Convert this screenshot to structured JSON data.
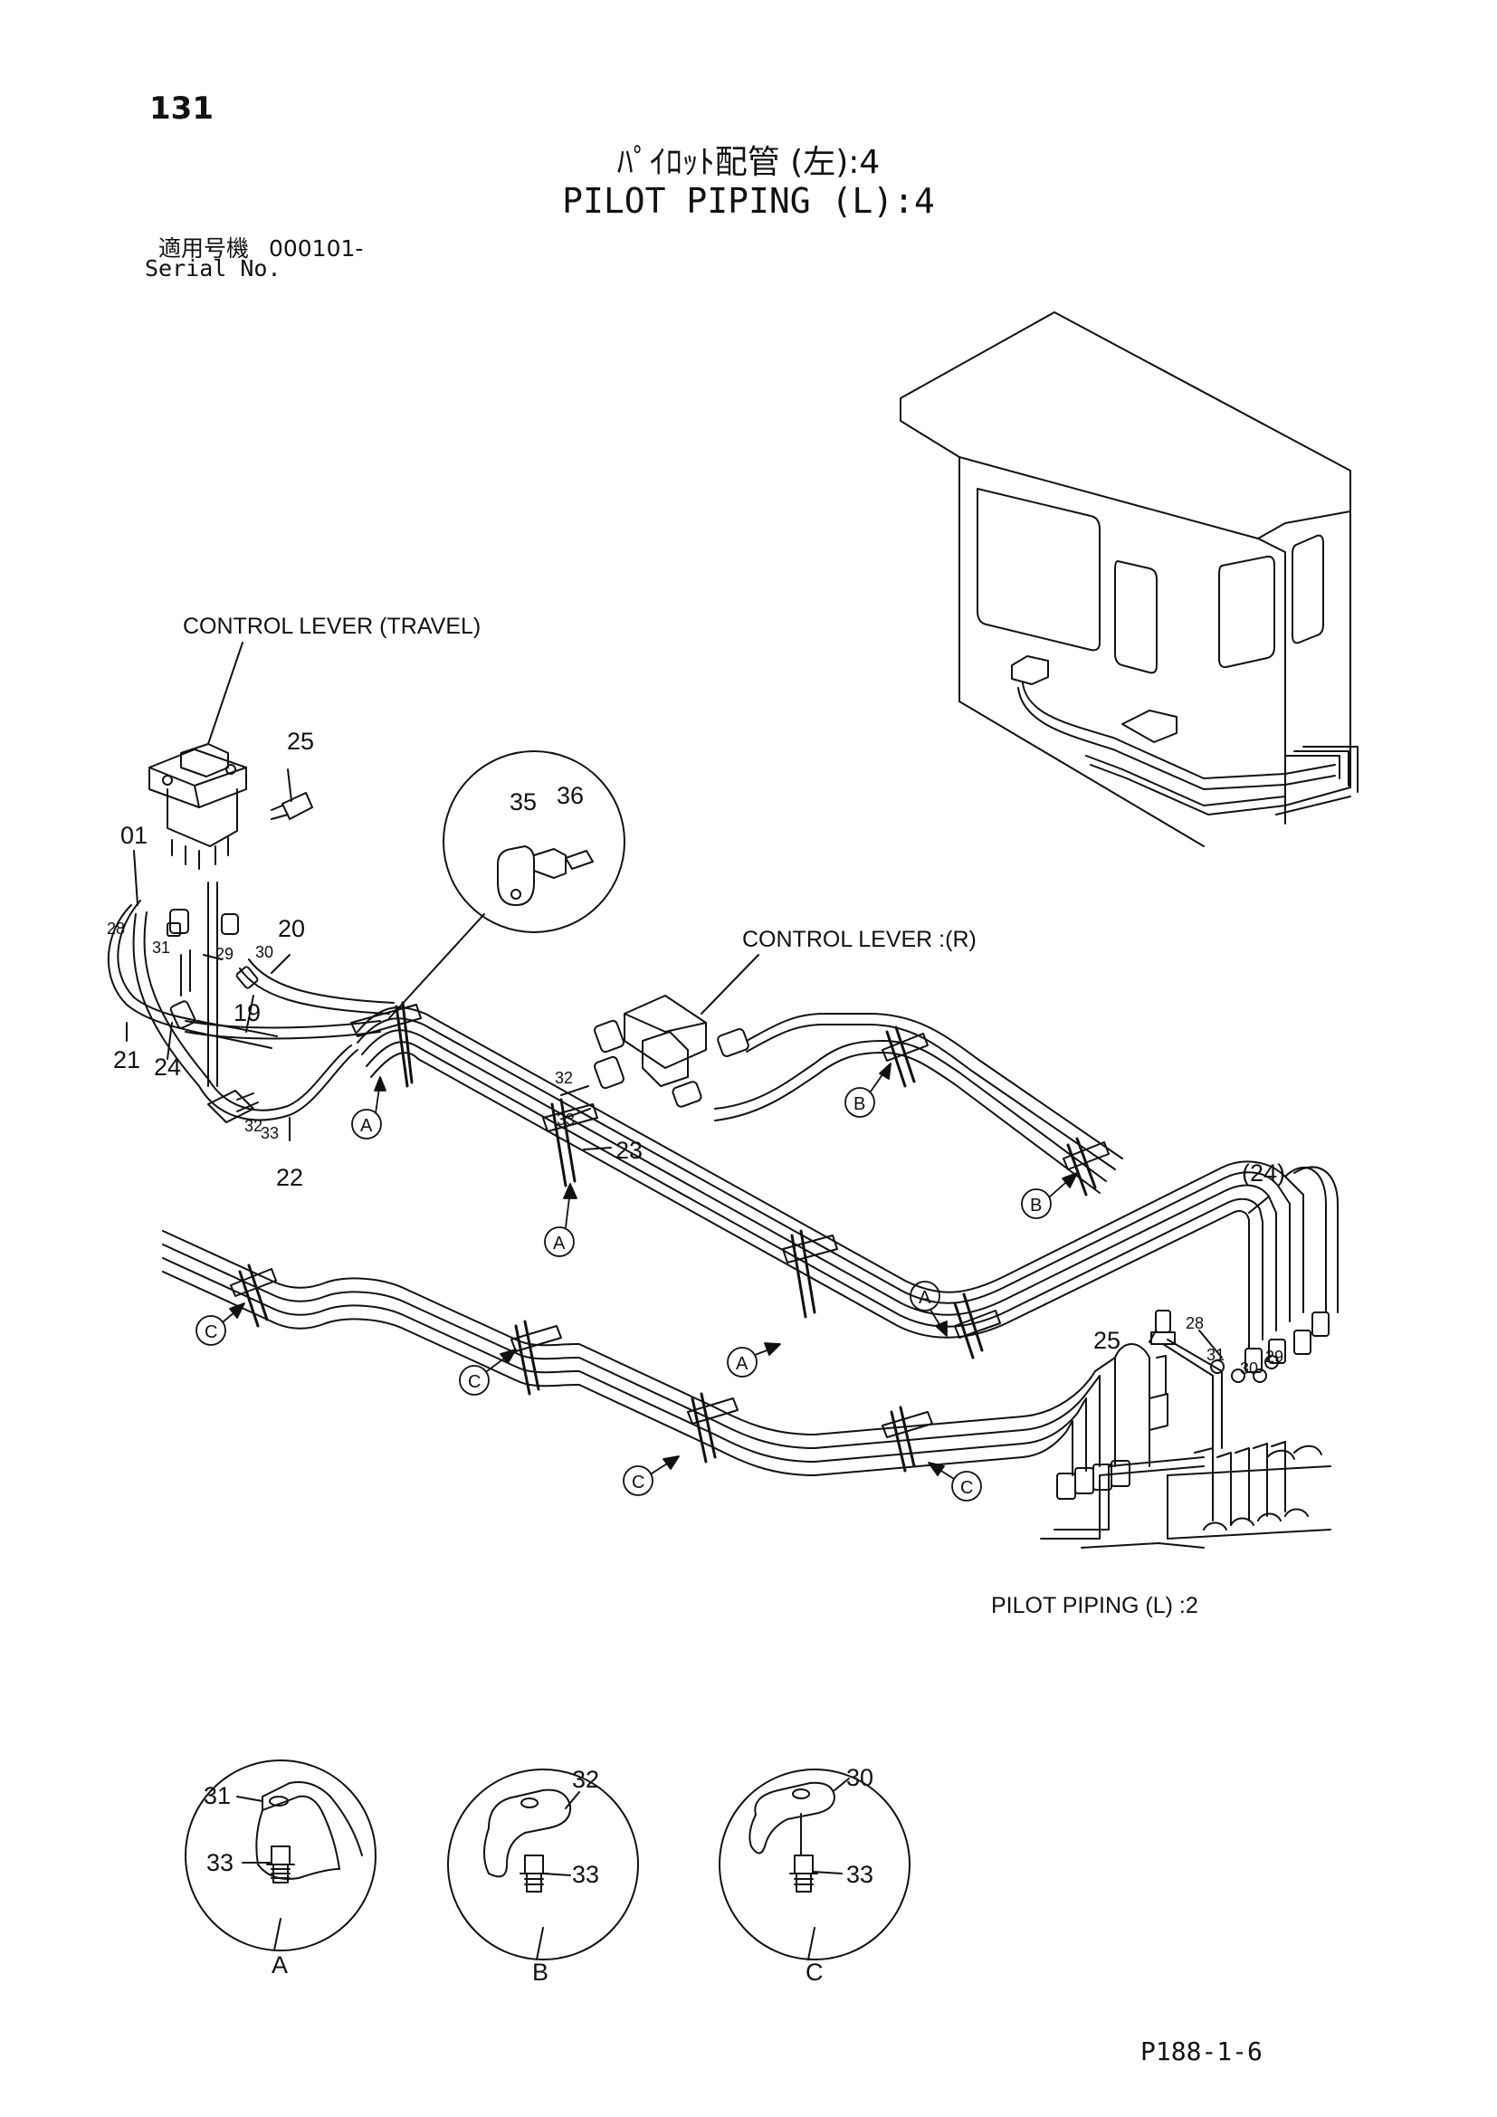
{
  "header": {
    "page_number": "131",
    "title_jp": "ﾊﾟｲﾛｯﾄ配管 (左):4",
    "title_en": "PILOT PIPING (L):4",
    "serial_label_jp": "適用号機",
    "serial_value": "000101-",
    "serial_label_en": "Serial No."
  },
  "callouts": {
    "control_lever_travel": "CONTROL LEVER (TRAVEL)",
    "control_lever_r": "CONTROL LEVER :(R)",
    "pilot_piping_ref": "PILOT PIPING (L) :2"
  },
  "part_numbers": {
    "p01": "01",
    "p19": "19",
    "p20": "20",
    "p21": "21",
    "p22": "22",
    "p23": "23",
    "p24": "24",
    "p24_ref": "(24)",
    "p25": "25",
    "p25b": "25",
    "p28": "28",
    "p28b": "28",
    "p29": "29",
    "p29b": "29",
    "p30": "30",
    "p30b": "30",
    "p31": "31",
    "p31b": "31",
    "p32a": "32",
    "p32b": "32",
    "p33a": "33",
    "p33b": "33",
    "p35": "35",
    "p36": "36"
  },
  "clamp_markers": {
    "a": "A",
    "b": "B",
    "c": "C"
  },
  "detail_views": {
    "a": {
      "label": "A",
      "clamp": "31",
      "bolt": "33"
    },
    "b": {
      "label": "B",
      "clamp": "32",
      "bolt": "33"
    },
    "c": {
      "label": "C",
      "clamp": "30",
      "bolt": "33"
    }
  },
  "footer": {
    "drawing_code": "P188-1-6"
  }
}
